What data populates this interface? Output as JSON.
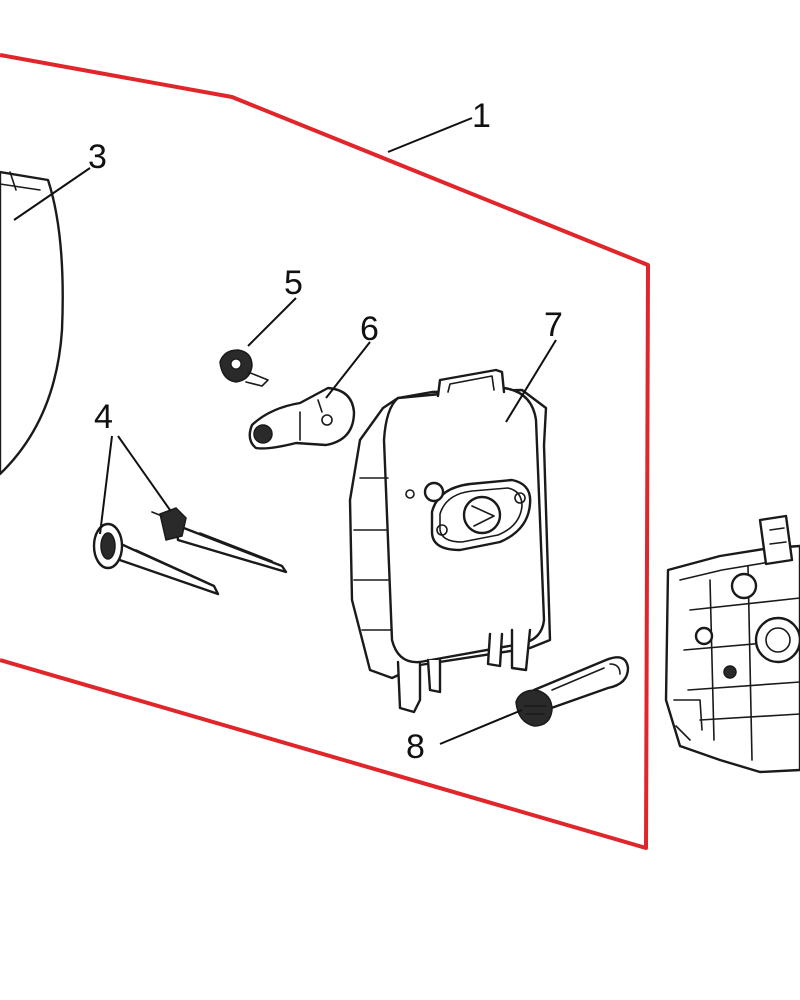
{
  "diagram": {
    "kit_outline_color": "#e0262b",
    "line_color": "#1a1a1a",
    "callouts": [
      {
        "id": "1",
        "label": "1"
      },
      {
        "id": "3",
        "label": "3"
      },
      {
        "id": "4",
        "label": "4"
      },
      {
        "id": "5",
        "label": "5"
      },
      {
        "id": "6",
        "label": "6"
      },
      {
        "id": "7",
        "label": "7"
      },
      {
        "id": "8",
        "label": "8"
      }
    ]
  }
}
